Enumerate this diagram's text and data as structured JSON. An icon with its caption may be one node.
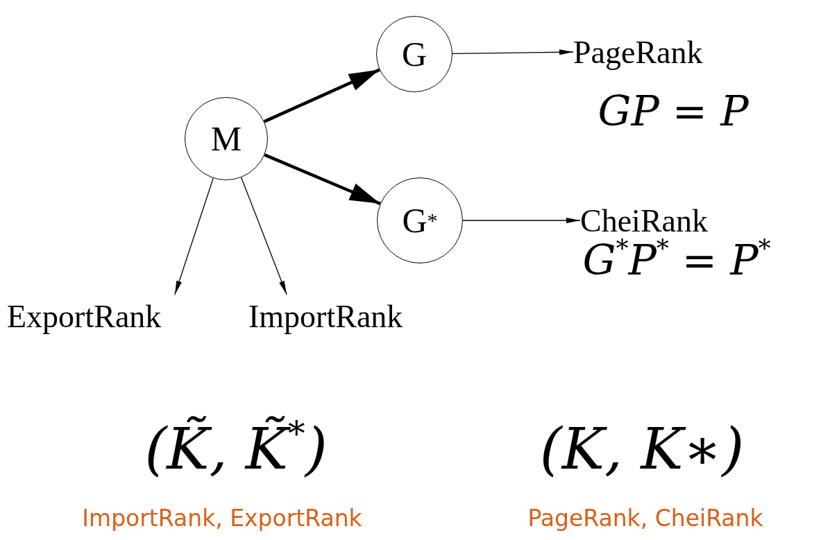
{
  "diagram": {
    "nodes": [
      {
        "text": [
          "M"
        ]
      },
      {
        "text": [
          "G"
        ]
      },
      {
        "text": [
          "G$^{*}$"
        ]
      },
      {
        "text": [
          "PageRank"
        ]
      },
      {
        "text": [
          "CheiRank"
        ]
      },
      {
        "text": [
          "ExportRank"
        ]
      },
      {
        "text": [
          "ImportRank"
        ]
      }
    ],
    "edges": [
      {
        "from": 0,
        "to": 1,
        "arrow": "to",
        "style": "thick"
      },
      {
        "from": 0,
        "to": 2,
        "arrow": "to",
        "style": "thick"
      },
      {
        "from": 1,
        "to": 3,
        "arrow": "to"
      },
      {
        "from": 2,
        "to": 4,
        "arrow": "to"
      },
      {
        "from": 0,
        "to": 5,
        "arrow": "to"
      },
      {
        "from": 0,
        "to": 6,
        "arrow": "to"
      }
    ],
    "labels": [
      "GP = P",
      "G$^{*}$P$^{*}$ = P$^{*}$",
      "(K̃, K̃$^{*}$)",
      "(K, K∗)",
      "ImportRank, ExportRank",
      "PageRank, CheiRank"
    ]
  }
}
